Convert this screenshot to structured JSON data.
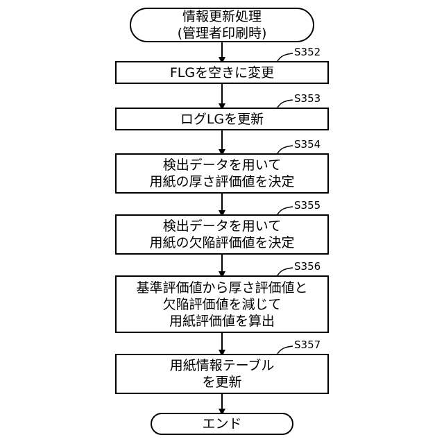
{
  "flowchart": {
    "start": {
      "lines": [
        "情報更新処理",
        "(管理者印刷時)"
      ]
    },
    "steps": [
      {
        "id": "S352",
        "lines": [
          "FLGを空きに変更"
        ]
      },
      {
        "id": "S353",
        "lines": [
          "ログLGを更新"
        ]
      },
      {
        "id": "S354",
        "lines": [
          "検出データを用いて",
          "用紙の厚さ評価値を決定"
        ]
      },
      {
        "id": "S355",
        "lines": [
          "検出データを用いて",
          "用紙の欠陥評価値を決定"
        ]
      },
      {
        "id": "S356",
        "lines": [
          "基準評価値から厚さ評価値と",
          "欠陥評価値を減じて",
          "用紙評価値を算出"
        ]
      },
      {
        "id": "S357",
        "lines": [
          "用紙情報テーブル",
          "を更新"
        ]
      }
    ],
    "end": {
      "lines": [
        "エンド"
      ]
    }
  }
}
